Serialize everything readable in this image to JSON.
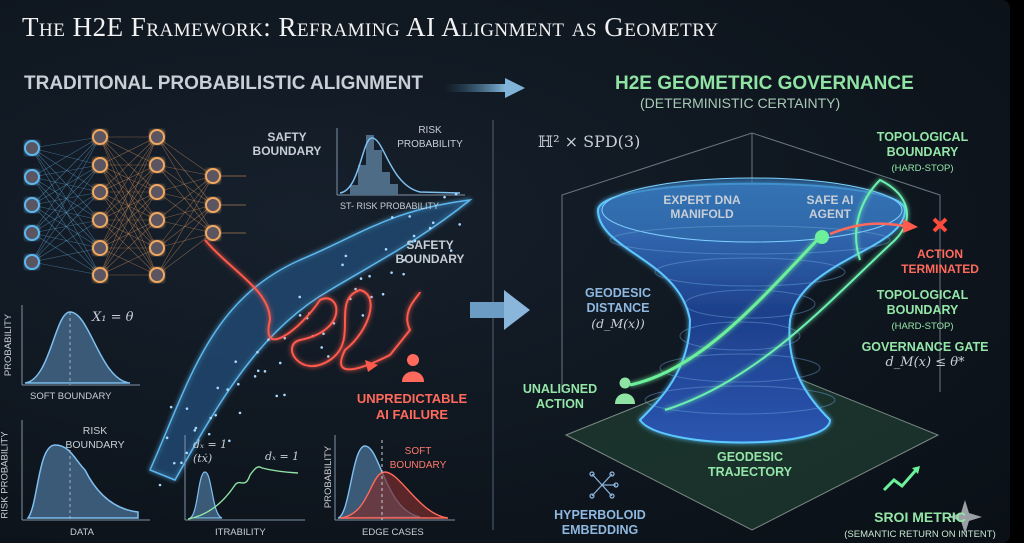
{
  "title": "The H2E Framework: Reframing AI Alignment as Geometry",
  "left": {
    "heading": "TRADITIONAL PROBABILISTIC ALIGNMENT",
    "safty_boundary": "SAFTY BOUNDARY",
    "safety_boundary": "SAFETY BOUNDARY",
    "risk_probability": "RISK PROBABILITY",
    "risk_probability_axis": "ST- RISK PROBABILITY",
    "equation_x1": "𝑋₁ = θ",
    "soft_boundary_chart": {
      "ylabel": "PROBABILITY",
      "xlabel": "SOFT BOUNDARY"
    },
    "risk_chart": {
      "ylabel": "RISK PROBABILITY",
      "xlabel": "DATA",
      "annotation": "RISK BOUNDARY"
    },
    "stability_chart": {
      "xlabel": "ITRABILITY",
      "eq1": "dₓ = 1",
      "eq1b": "(tẋ)",
      "eq2": "dₓ = 1"
    },
    "edge_chart": {
      "ylabel": "PROBABILITY",
      "xlabel": "EDGE CASES",
      "annotation": "SOFT BOUNDARY"
    },
    "failure": "UNPREDICTABLE AI FAILURE"
  },
  "right": {
    "heading": "H2E GEOMETRIC GOVERNANCE",
    "subheading": "(DETERMINISTIC CERTAINTY)",
    "space": "ℍ² × SPD(3)",
    "manifold": "EXPERT DNA MANIFOLD",
    "safe_agent": "SAFE AI AGENT",
    "topo1": "TOPOLOGICAL BOUNDARY",
    "topo1_sub": "(HARD-STOP)",
    "terminated": "ACTION TERMINATED",
    "topo2": "TOPOLOGICAL BOUNDARY",
    "topo2_sub": "(HARD-STOP)",
    "geodesic_distance": "GEODESIC DISTANCE",
    "geodesic_distance_eq": "(d_M(x))",
    "gate": "GOVERNANCE GATE",
    "gate_eq": "d_M(x) ≤ θ*",
    "unaligned": "UNALIGNED ACTION",
    "trajectory": "GEODESIC TRAJECTORY",
    "embedding": "HYPERBOLOID EMBEDDING",
    "sroi": "SROI METRIC",
    "sroi_sub": "(SEMANTIC RETURN ON INTENT)"
  },
  "colors": {
    "green": "#8fe3a3",
    "red": "#ff5a4c",
    "blue": "#5bb8f0",
    "orange": "#f0a860"
  }
}
